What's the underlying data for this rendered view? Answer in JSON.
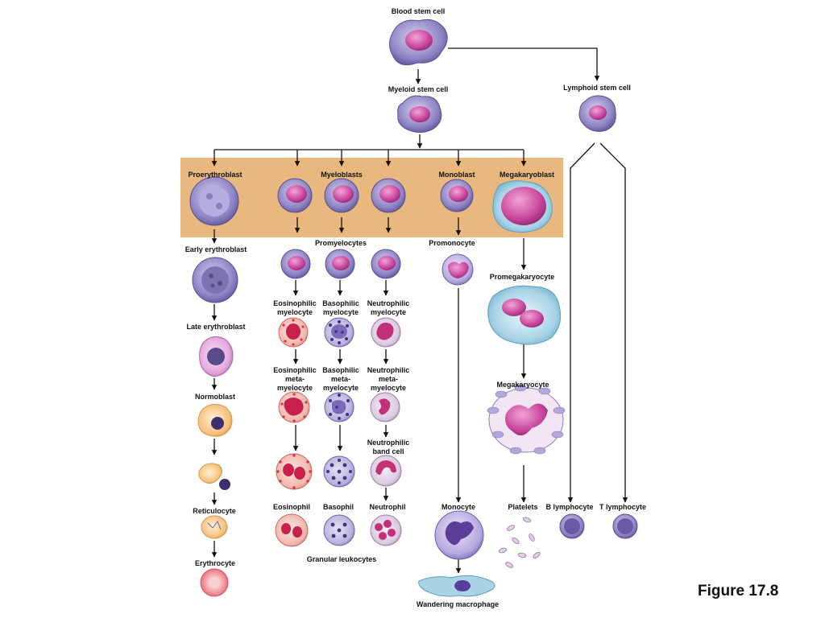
{
  "figure_label": "Figure 17.8",
  "labels": {
    "blood_stem_cell": "Blood stem cell",
    "myeloid_stem_cell": "Myeloid stem cell",
    "lymphoid_stem_cell": "Lymphoid stem cell",
    "proerythroblast": "Proerythroblast",
    "myeloblasts": "Myeloblasts",
    "monoblast": "Monoblast",
    "megakaryoblast": "Megakaryoblast",
    "early_erythroblast": "Early erythroblast",
    "promyelocytes": "Promyelocytes",
    "promonocyte": "Promonocyte",
    "promegakaryocyte": "Promegakaryocyte",
    "eosinophilic_myelocyte": [
      "Eosinophilic",
      "myelocyte"
    ],
    "basophilic_myelocyte": [
      "Basophilic",
      "myelocyte"
    ],
    "neutrophilic_myelocyte": [
      "Neutrophilic",
      "myelocyte"
    ],
    "late_erythroblast": "Late erythroblast",
    "eosinophilic_metamyelocyte": [
      "Eosinophilic",
      "meta-",
      "myelocyte"
    ],
    "basophilic_metamyelocyte": [
      "Basophilic",
      "meta-",
      "myelocyte"
    ],
    "neutrophilic_metamyelocyte": [
      "Neutrophilic",
      "meta-",
      "myelocyte"
    ],
    "megakaryocyte": "Megakaryocyte",
    "normoblast": "Normoblast",
    "neutrophilic_band_cell": [
      "Neutrophilic",
      "band cell"
    ],
    "reticulocyte": "Reticulocyte",
    "eosinophil": "Eosinophil",
    "basophil": "Basophil",
    "neutrophil": "Neutrophil",
    "monocyte": "Monocyte",
    "platelets": "Platelets",
    "b_lymphocyte": "B lymphocyte",
    "t_lymphocyte": "T lymphocyte",
    "erythrocyte": "Erythrocyte",
    "granular_leukocytes": "Granular leukocytes",
    "wandering_macrophage": "Wandering macrophage"
  },
  "colors": {
    "blast_band": "#e8b87e",
    "stem_purple": "#8a7ab8",
    "nucleus_magenta": "#c0449a",
    "eosinophil_red": "#d8393f",
    "basophil_violet": "#5a4a9a",
    "erythro_pink": "#f29aa2",
    "normoblast_orange": "#f6c07a",
    "megakaryo_blue": "#a9d4e6",
    "arrow": "#111111"
  }
}
